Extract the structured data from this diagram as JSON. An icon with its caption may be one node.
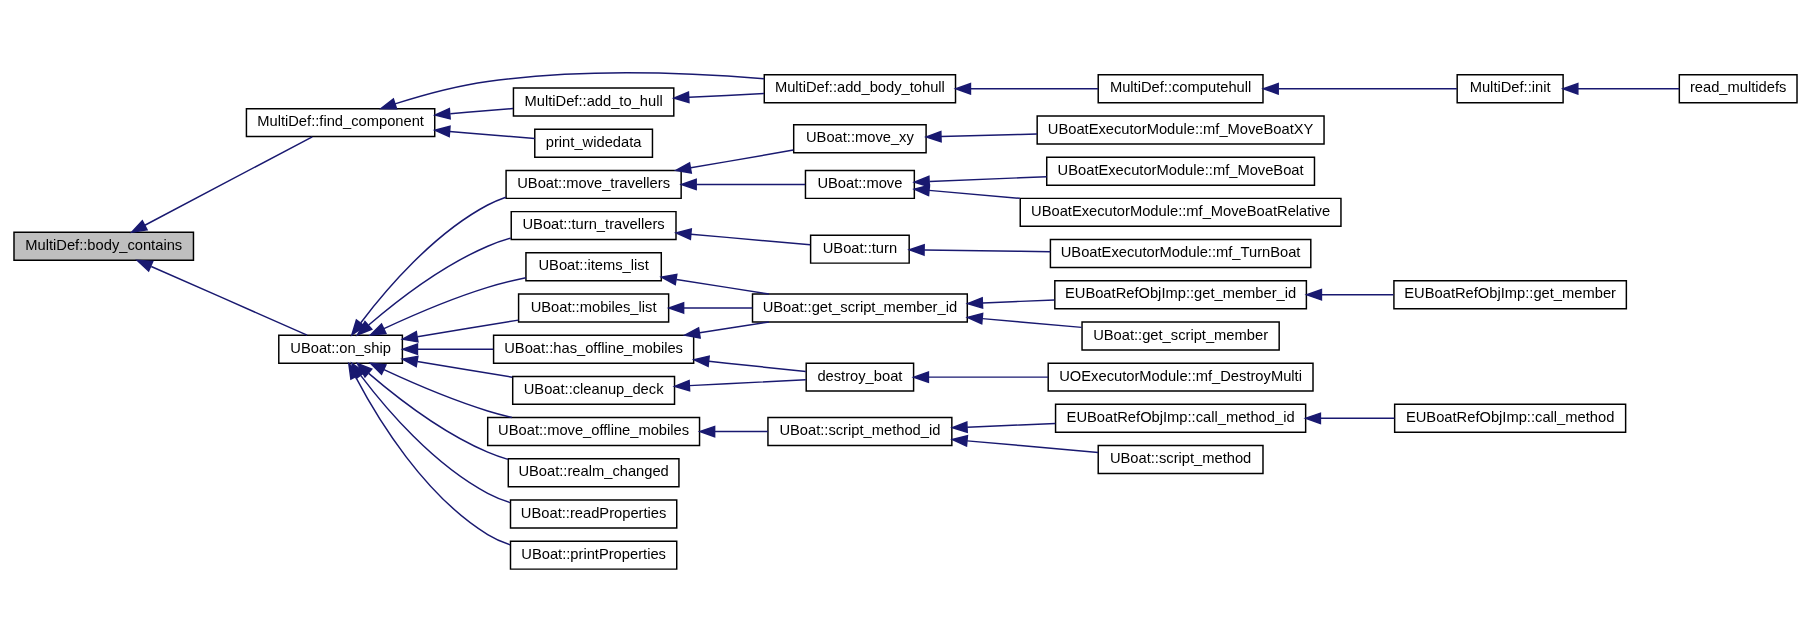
{
  "diagram": {
    "nodes": [
      {
        "text": [
          "MultiDef::body_contains"
        ]
      },
      {
        "text": [
          "MultiDef::find_component"
        ]
      },
      {
        "text": [
          "UBoat::on_ship"
        ]
      },
      {
        "text": [
          "MultiDef::add_body_tohull"
        ]
      },
      {
        "text": [
          "MultiDef::add_to_hull"
        ]
      },
      {
        "text": [
          "print_widedata"
        ]
      },
      {
        "text": [
          "MultiDef::computehull"
        ]
      },
      {
        "text": [
          "MultiDef::init"
        ]
      },
      {
        "text": [
          "read_multidefs"
        ]
      },
      {
        "text": [
          "UBoat::move_travellers"
        ]
      },
      {
        "text": [
          "UBoat::turn_travellers"
        ]
      },
      {
        "text": [
          "UBoat::cleanup_deck"
        ]
      },
      {
        "text": [
          "UBoat::has_offline_mobiles"
        ]
      },
      {
        "text": [
          "UBoat::items_list"
        ]
      },
      {
        "text": [
          "UBoat::mobiles_list"
        ]
      },
      {
        "text": [
          "UBoat::move_offline_mobiles"
        ]
      },
      {
        "text": [
          "UBoat::realm_changed"
        ]
      },
      {
        "text": [
          "UBoat::readProperties"
        ]
      },
      {
        "text": [
          "UBoat::printProperties"
        ]
      },
      {
        "text": [
          "UBoat::move_xy"
        ]
      },
      {
        "text": [
          "UBoat::move"
        ]
      },
      {
        "text": [
          "UBoat::turn"
        ]
      },
      {
        "text": [
          "destroy_boat"
        ]
      },
      {
        "text": [
          "UBoat::get_script_member_id"
        ]
      },
      {
        "text": [
          "UBoat::script_method_id"
        ]
      },
      {
        "text": [
          "UBoatExecutorModule::mf_MoveBoatXY"
        ]
      },
      {
        "text": [
          "UBoatExecutorModule::mf_MoveBoat"
        ]
      },
      {
        "text": [
          "UBoatExecutorModule::mf_MoveBoatRelative"
        ]
      },
      {
        "text": [
          "UBoatExecutorModule::mf_TurnBoat"
        ]
      },
      {
        "text": [
          "UOExecutorModule::mf_DestroyMulti"
        ]
      },
      {
        "text": [
          "EUBoatRefObjImp::get_member_id"
        ]
      },
      {
        "text": [
          "UBoat::get_script_member"
        ]
      },
      {
        "text": [
          "EUBoatRefObjImp::get_member"
        ]
      },
      {
        "text": [
          "EUBoatRefObjImp::call_method_id"
        ]
      },
      {
        "text": [
          "UBoat::script_method"
        ]
      },
      {
        "text": [
          "EUBoatRefObjImp::call_method"
        ]
      }
    ],
    "edges": [
      {
        "from": 1,
        "to": 0,
        "arrow": "to"
      },
      {
        "from": 2,
        "to": 0,
        "arrow": "to"
      },
      {
        "from": 3,
        "to": 1,
        "arrow": "to"
      },
      {
        "from": 4,
        "to": 1,
        "arrow": "to"
      },
      {
        "from": 5,
        "to": 1,
        "arrow": "to"
      },
      {
        "from": 3,
        "to": 4,
        "arrow": "to"
      },
      {
        "from": 6,
        "to": 3,
        "arrow": "to"
      },
      {
        "from": 7,
        "to": 6,
        "arrow": "to"
      },
      {
        "from": 8,
        "to": 7,
        "arrow": "to"
      },
      {
        "from": 9,
        "to": 2,
        "arrow": "to"
      },
      {
        "from": 10,
        "to": 2,
        "arrow": "to"
      },
      {
        "from": 11,
        "to": 2,
        "arrow": "to"
      },
      {
        "from": 12,
        "to": 2,
        "arrow": "to"
      },
      {
        "from": 13,
        "to": 2,
        "arrow": "to"
      },
      {
        "from": 14,
        "to": 2,
        "arrow": "to"
      },
      {
        "from": 15,
        "to": 2,
        "arrow": "to"
      },
      {
        "from": 16,
        "to": 2,
        "arrow": "to"
      },
      {
        "from": 17,
        "to": 2,
        "arrow": "to"
      },
      {
        "from": 18,
        "to": 2,
        "arrow": "to"
      },
      {
        "from": 19,
        "to": 9,
        "arrow": "to"
      },
      {
        "from": 20,
        "to": 9,
        "arrow": "to"
      },
      {
        "from": 25,
        "to": 19,
        "arrow": "to"
      },
      {
        "from": 26,
        "to": 20,
        "arrow": "to"
      },
      {
        "from": 27,
        "to": 20,
        "arrow": "to"
      },
      {
        "from": 21,
        "to": 10,
        "arrow": "to"
      },
      {
        "from": 28,
        "to": 21,
        "arrow": "to"
      },
      {
        "from": 22,
        "to": 11,
        "arrow": "to"
      },
      {
        "from": 22,
        "to": 12,
        "arrow": "to"
      },
      {
        "from": 29,
        "to": 22,
        "arrow": "to"
      },
      {
        "from": 23,
        "to": 12,
        "arrow": "to"
      },
      {
        "from": 23,
        "to": 13,
        "arrow": "to"
      },
      {
        "from": 23,
        "to": 14,
        "arrow": "to"
      },
      {
        "from": 30,
        "to": 23,
        "arrow": "to"
      },
      {
        "from": 31,
        "to": 23,
        "arrow": "to"
      },
      {
        "from": 32,
        "to": 30,
        "arrow": "to"
      },
      {
        "from": 24,
        "to": 15,
        "arrow": "to"
      },
      {
        "from": 33,
        "to": 24,
        "arrow": "to"
      },
      {
        "from": 34,
        "to": 24,
        "arrow": "to"
      },
      {
        "from": 35,
        "to": 33,
        "arrow": "to"
      }
    ]
  }
}
